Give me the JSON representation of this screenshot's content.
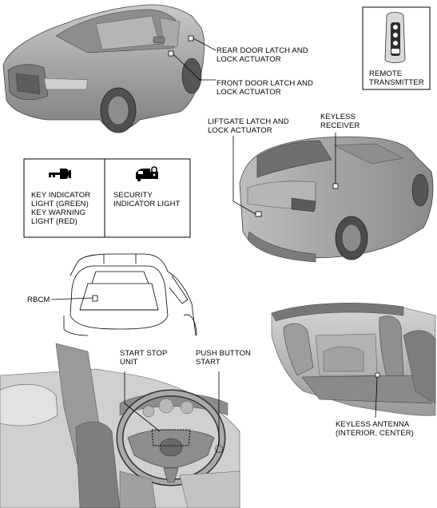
{
  "labels": {
    "rear_door": "REAR DOOR LATCH AND\nLOCK ACTUATOR",
    "front_door": "FRONT DOOR LATCH AND\nLOCK ACTUATOR",
    "remote": "REMOTE\nTRANSMITTER",
    "liftgate": "LIFTGATE LATCH AND\nLOCK ACTUATOR",
    "keyless_receiver": "KEYLESS\nRECEIVER",
    "key_indicator": "KEY INDICATOR\nLIGHT (GREEN)\nKEY WARNING\nLIGHT (RED)",
    "security": "SECURITY\nINDICATOR LIGHT",
    "rbcm": "RBCM",
    "start_stop": "START STOP\nUNIT",
    "push_button": "PUSH BUTTON\nSTART",
    "keyless_antenna": "KEYLESS ANTENNA\n(INTERIOR, CENTER)"
  },
  "colors": {
    "body_grey": "#9c9c9c",
    "dark_grey": "#6e6e6e",
    "light_grey": "#c4c4c4",
    "line": "#000000"
  },
  "icons": {
    "key": "key-indicator-icon",
    "security": "security-indicator-icon",
    "fob": "remote-transmitter-icon"
  }
}
